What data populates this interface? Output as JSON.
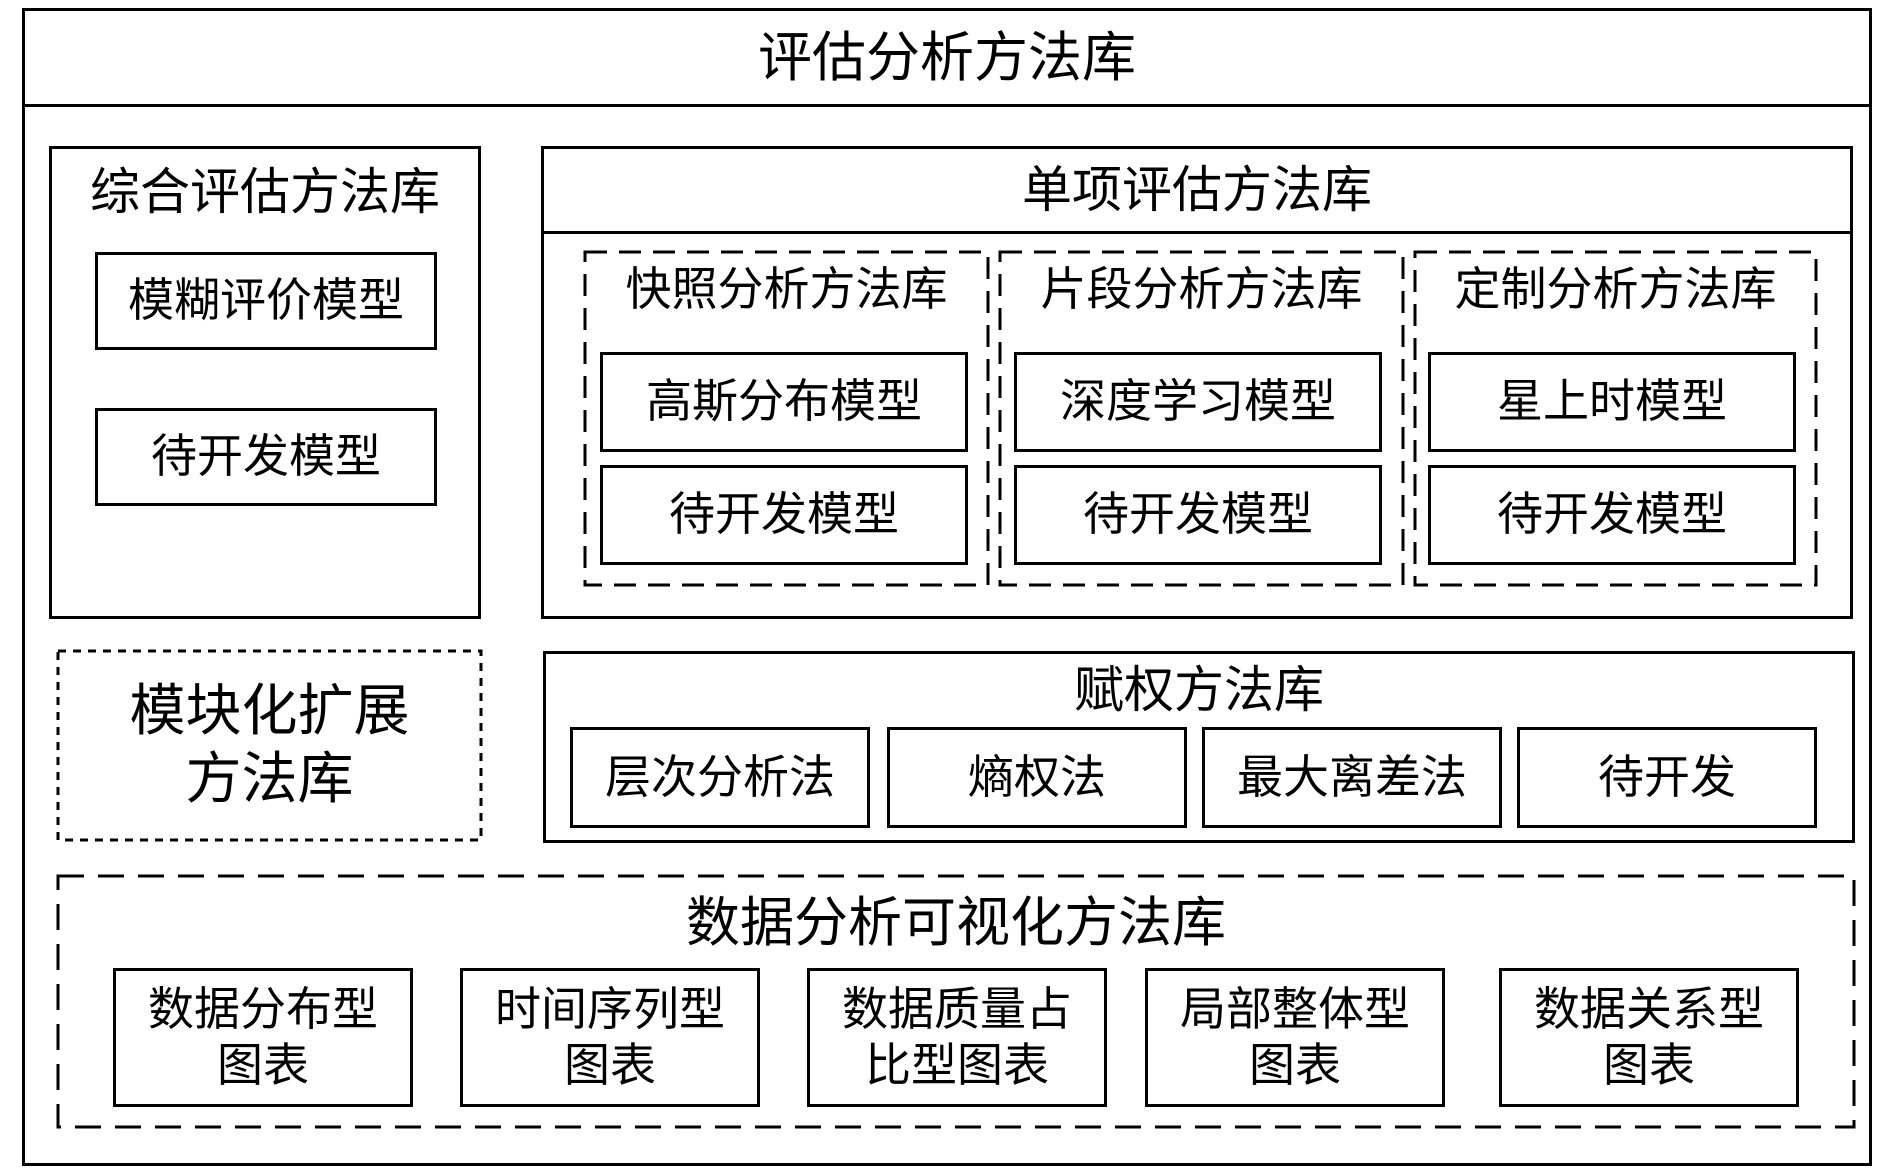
{
  "title": "评估分析方法库",
  "comprehensive": {
    "title": "综合评估方法库",
    "models": [
      "模糊评价模型",
      "待开发模型"
    ]
  },
  "single": {
    "title": "单项评估方法库",
    "groups": [
      {
        "title": "快照分析方法库",
        "models": [
          "高斯分布模型",
          "待开发模型"
        ]
      },
      {
        "title": "片段分析方法库",
        "models": [
          "深度学习模型",
          "待开发模型"
        ]
      },
      {
        "title": "定制分析方法库",
        "models": [
          "星上时模型",
          "待开发模型"
        ]
      }
    ]
  },
  "modular": {
    "line1": "模块化扩展",
    "line2": "方法库"
  },
  "weighting": {
    "title": "赋权方法库",
    "methods": [
      "层次分析法",
      "熵权法",
      "最大离差法",
      "待开发"
    ]
  },
  "visualization": {
    "title": "数据分析可视化方法库",
    "charts": [
      {
        "line1": "数据分布型",
        "line2": "图表"
      },
      {
        "line1": "时间序列型",
        "line2": "图表"
      },
      {
        "line1": "数据质量占",
        "line2": "比型图表"
      },
      {
        "line1": "局部整体型",
        "line2": "图表"
      },
      {
        "line1": "数据关系型",
        "line2": "图表"
      }
    ]
  }
}
